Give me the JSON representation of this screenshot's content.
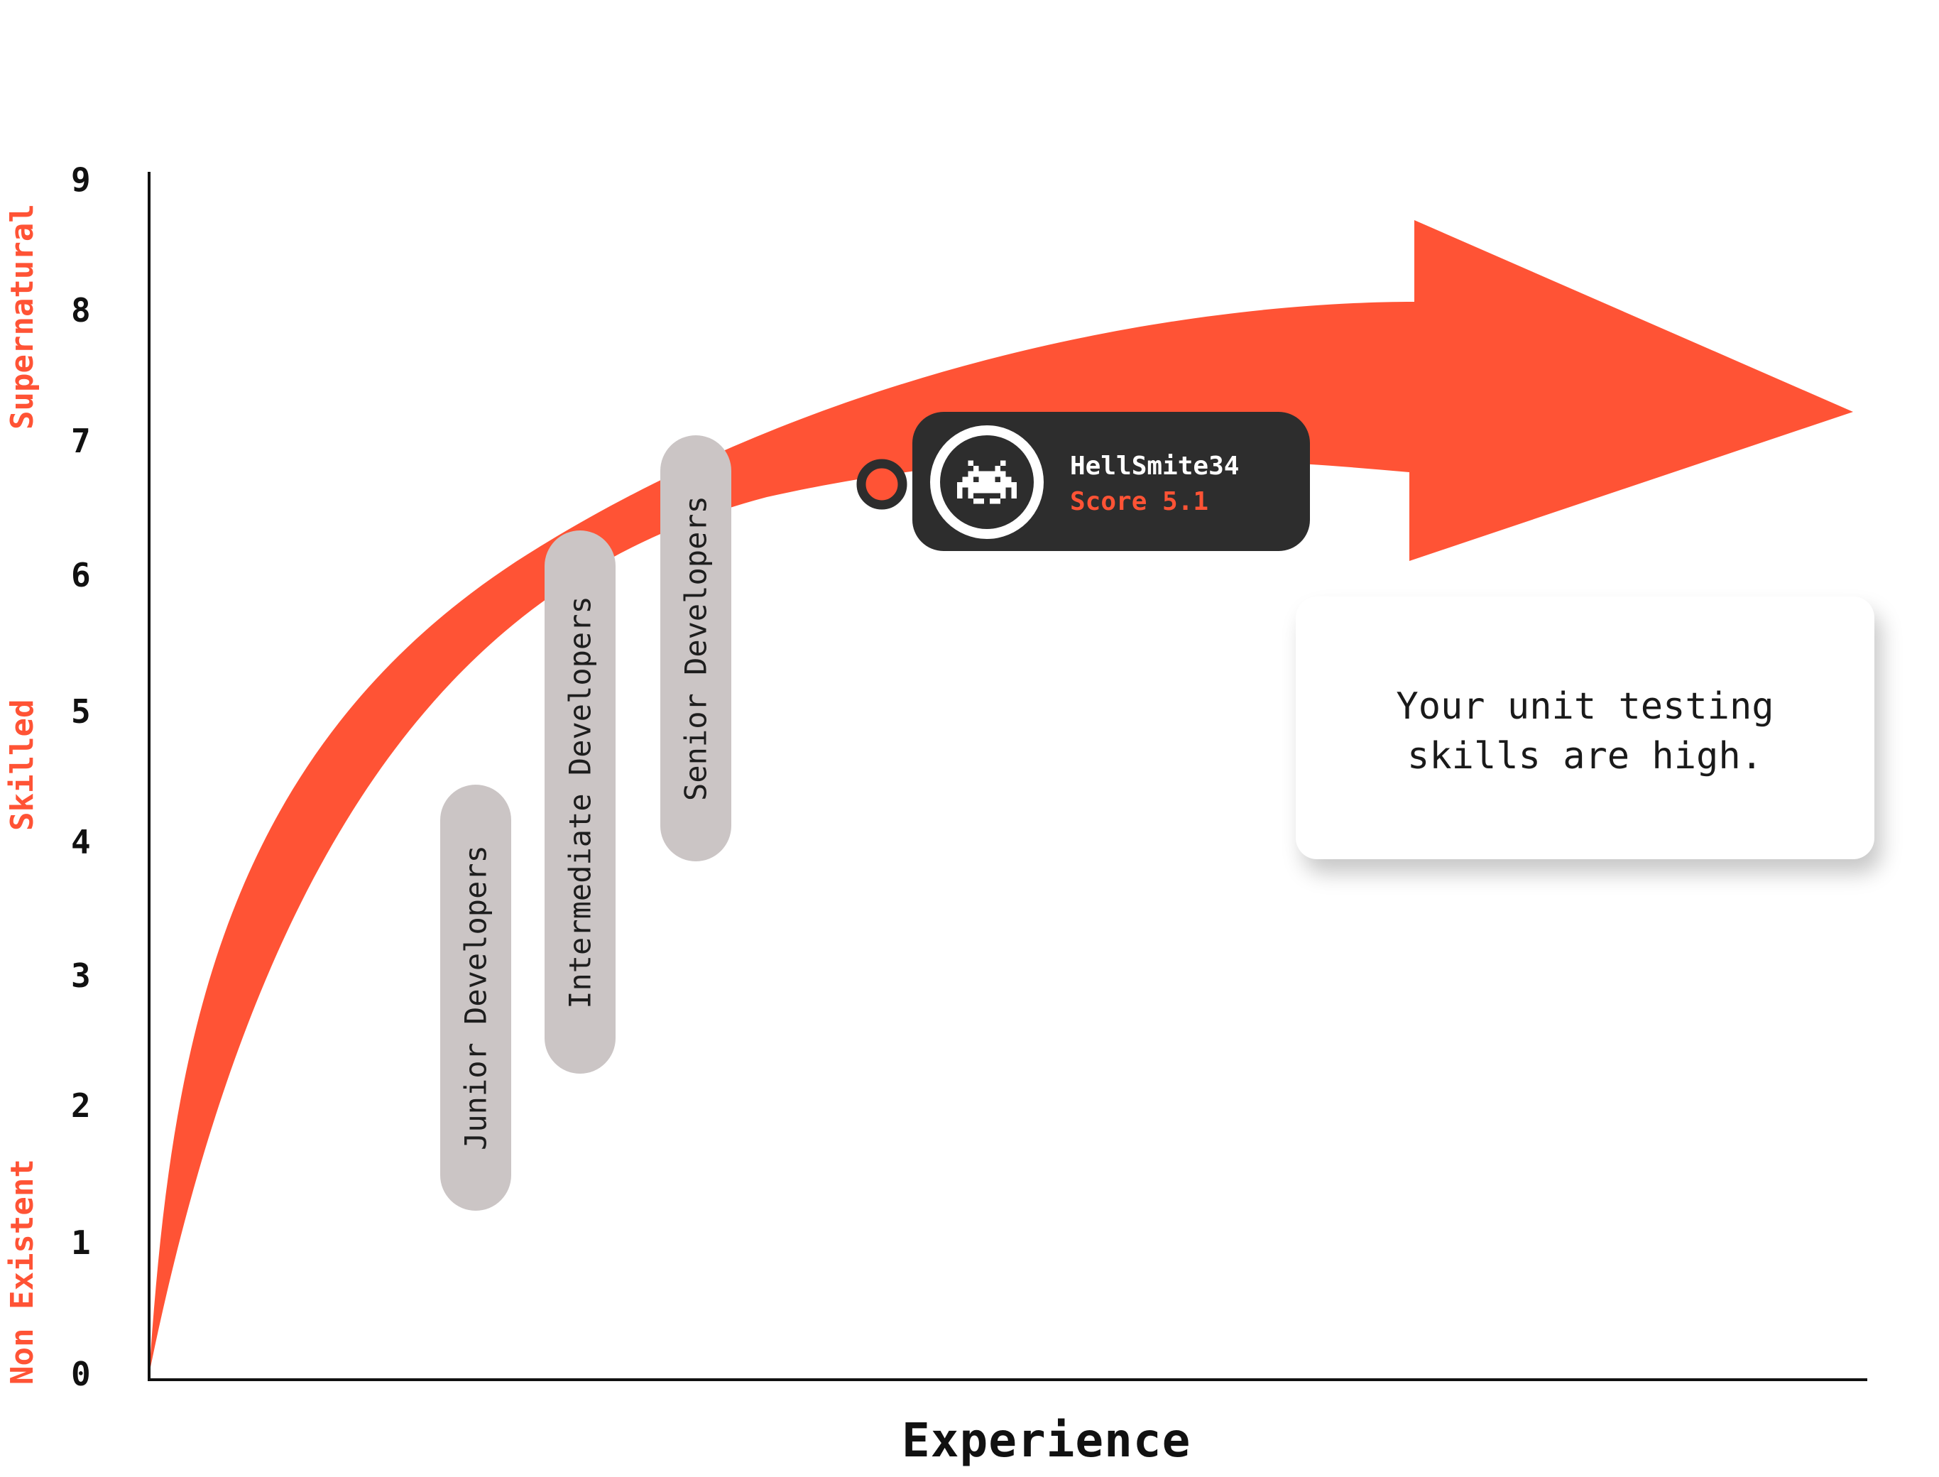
{
  "chart_data": {
    "type": "area",
    "y_ticks": [
      "0",
      "1",
      "2",
      "3",
      "4",
      "5",
      "6",
      "7",
      "8",
      "9"
    ],
    "ylim": [
      0,
      9
    ],
    "xlabel": "Experience",
    "levels": [
      {
        "label": "Non Existent",
        "y_center": 1.1
      },
      {
        "label": "Skilled",
        "y_center": 4.9
      },
      {
        "label": "Supernatural",
        "y_center": 8.1
      }
    ],
    "developer_bands": [
      {
        "label": "Junior Developers",
        "y_min": 1.2,
        "y_max": 4.4
      },
      {
        "label": "Intermediate Developers",
        "y_min": 2.3,
        "y_max": 6.4
      },
      {
        "label": "Senior Developers",
        "y_min": 3.9,
        "y_max": 7.1
      }
    ],
    "user": {
      "name": "HellSmite34",
      "score_label": "Score 5.1",
      "score": 5.1,
      "marker_y": 6.7
    },
    "result_message": [
      "Your unit testing",
      "skills are high."
    ],
    "colors": {
      "accent": "#ff5335",
      "axis": "#111111",
      "badge_bg": "#2d2d2d",
      "pill_bg": "#cbc5c5"
    },
    "grid": false
  }
}
